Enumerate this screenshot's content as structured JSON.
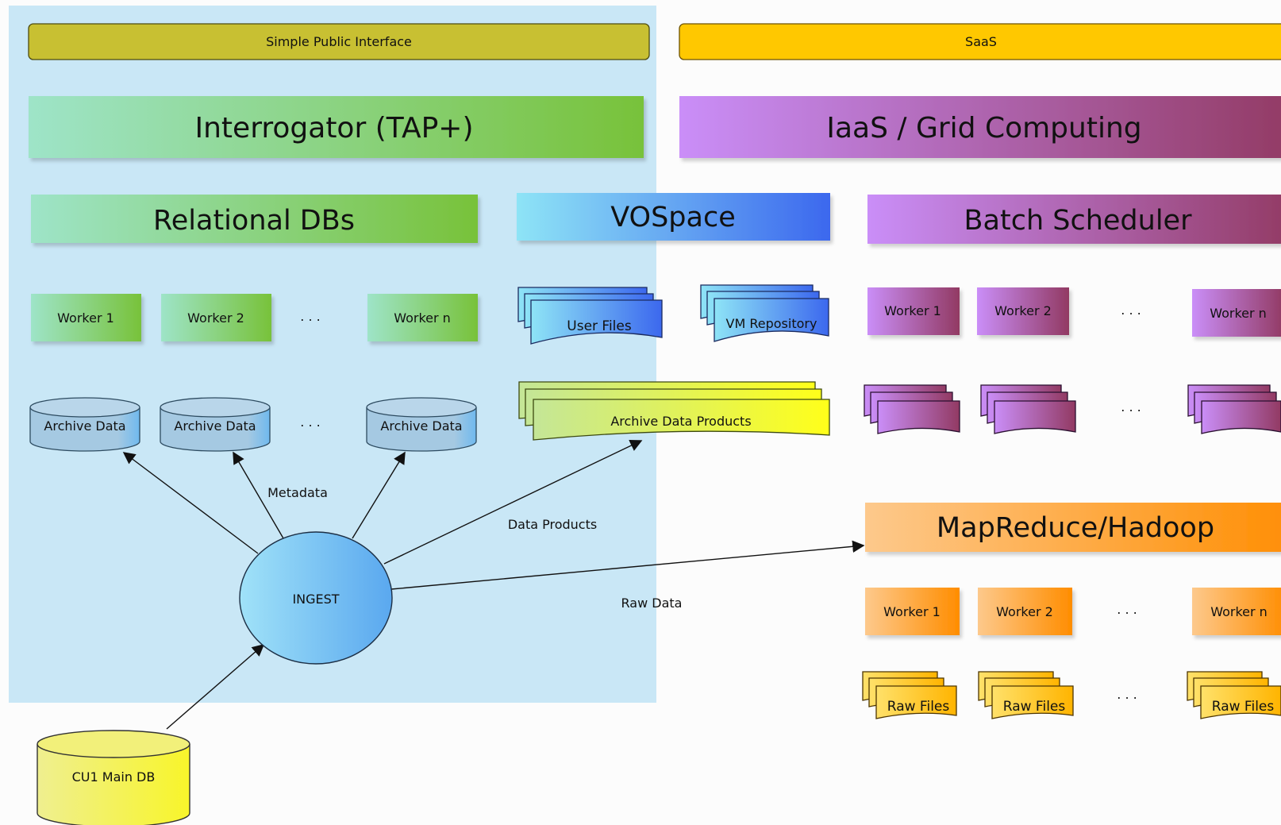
{
  "bars": {
    "simple_public_interface": "Simple Public Interface",
    "saas": "SaaS"
  },
  "layers": {
    "interrogator": "Interrogator (TAP+)",
    "iaas": "IaaS / Grid Computing",
    "relational_dbs": "Relational DBs",
    "vospace": "VOSpace",
    "batch_scheduler": "Batch Scheduler",
    "mapreduce": "MapReduce/Hadoop"
  },
  "relational_workers": [
    "Worker 1",
    "Worker 2",
    "Worker n"
  ],
  "archive_dbs": [
    "Archive Data",
    "Archive Data",
    "Archive Data"
  ],
  "vospace_docs": {
    "user_files": "User Files",
    "vm_repository": "VM Repository",
    "archive_data_products": "Archive Data Products"
  },
  "batch_workers": [
    "Worker 1",
    "Worker 2",
    "Worker n"
  ],
  "mapreduce_workers": [
    "Worker 1",
    "Worker 2",
    "Worker n"
  ],
  "raw_files": [
    "Raw Files",
    "Raw Files",
    "Raw Files"
  ],
  "ellipsis": ". . .",
  "ingest": "INGEST",
  "main_db": "CU1 Main DB",
  "flows": {
    "metadata": "Metadata",
    "data_products": "Data Products",
    "raw_data": "Raw Data"
  },
  "colors": {
    "public_region": "#c9e7f6",
    "simple_public_interface_bar": "#c8c032",
    "saas_bar": "#ffc800",
    "green_layer": "#7dc33f",
    "purple_layer": "#953c6b",
    "blue_layer": "#3f6fee",
    "orange_layer": "#ff9100",
    "archive_db": "#a7cbe6",
    "main_db": "#f6f33a",
    "archive_products_doc": "#ffff33",
    "raw_files_doc": "#ffc000"
  }
}
